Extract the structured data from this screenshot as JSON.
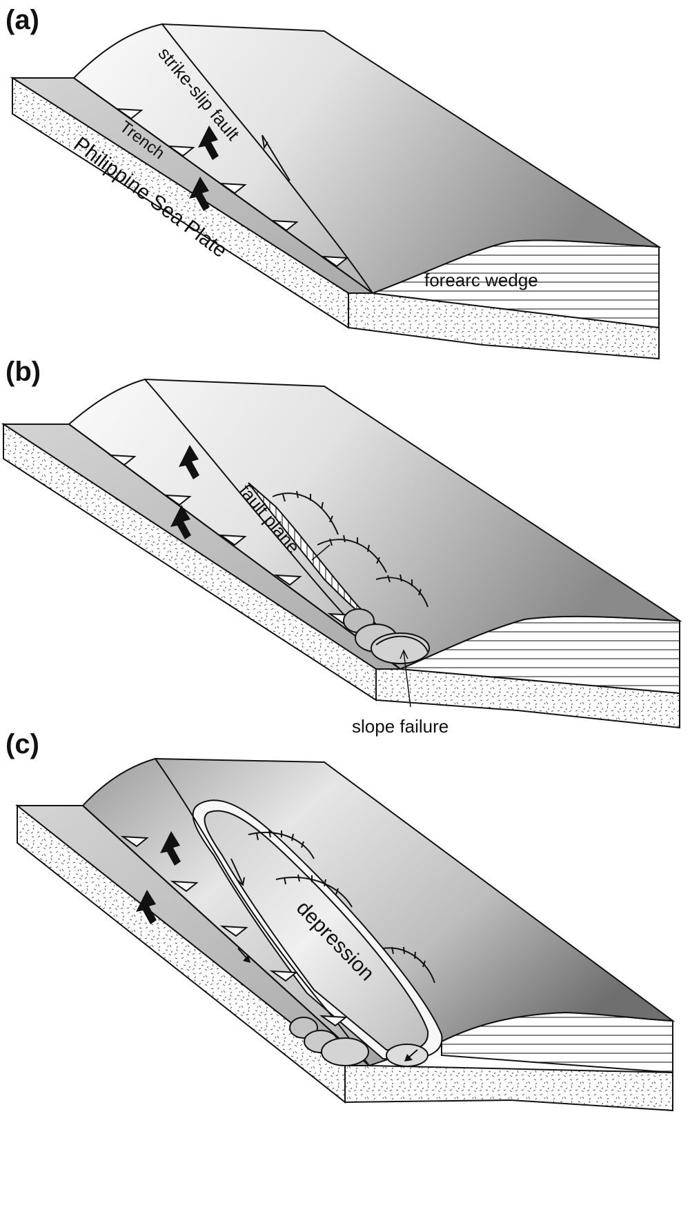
{
  "panels": [
    {
      "id": "a",
      "label": "(a)",
      "annotations": {
        "strike_slip_fault": "strike-slip fault",
        "trench": "Trench",
        "plate": "Philippine Sea Plate",
        "forearc_wedge": "forearc wedge"
      }
    },
    {
      "id": "b",
      "label": "(b)",
      "annotations": {
        "fault_plane": "fault plane",
        "slope_failure": "slope failure"
      }
    },
    {
      "id": "c",
      "label": "(c)",
      "annotations": {
        "depression": "depression"
      }
    }
  ],
  "colors": {
    "outline": "#111111",
    "trench_floor": "#c9c9c9",
    "ridge_light": "#f2f2f2",
    "ridge_dark": "#7a7a7a",
    "plate_side": "#ffffff"
  }
}
